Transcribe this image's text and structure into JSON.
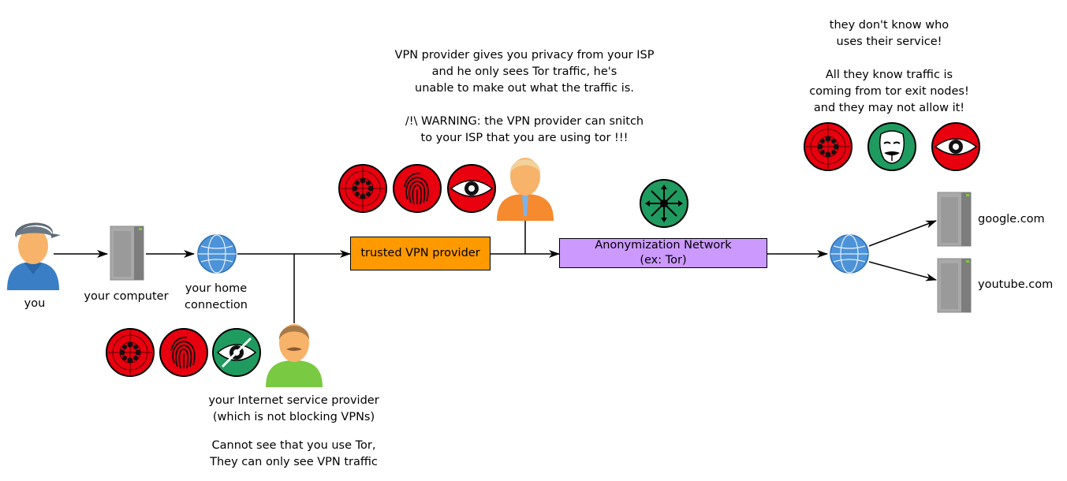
{
  "nodes": {
    "you": "you",
    "computer": "your computer",
    "home": [
      "your home",
      "connection"
    ],
    "vpn": "trusted VPN provider",
    "anon": [
      "Anonymization Network",
      "(ex: Tor)"
    ],
    "google": "google.com",
    "youtube": "youtube.com"
  },
  "notes": {
    "vpn": [
      "VPN provider gives you privacy from your ISP",
      "and he only sees Tor traffic, he's",
      "unable to make out what the traffic is.",
      "",
      "/!\\ WARNING: the VPN provider can snitch",
      "to your ISP that you are using tor !!!"
    ],
    "sites": [
      "they don't know who",
      "uses their service!",
      "",
      "All they know traffic is",
      "coming from tor exit nodes!",
      "and they may not allow it!"
    ],
    "isp": [
      "your Internet service provider",
      "(which is not blocking VPNs)",
      "",
      "Cannot see that you use Tor,",
      "They can only see VPN traffic"
    ]
  },
  "colors": {
    "threat_red": "#e8000f",
    "safe_green": "#1f9b60",
    "vpn_box": "#ff9900",
    "anon_box": "#cc99ff",
    "arrow": "#000000"
  },
  "icons": {
    "isp_row": [
      "target-icon",
      "fingerprint-icon",
      "eye-icon"
    ],
    "vpn_row": [
      "target-icon",
      "fingerprint-icon",
      "eye-icon"
    ],
    "sites_row": [
      "target-icon",
      "anonymous-mask-icon",
      "eye-icon"
    ],
    "network": "network-hub-icon"
  }
}
